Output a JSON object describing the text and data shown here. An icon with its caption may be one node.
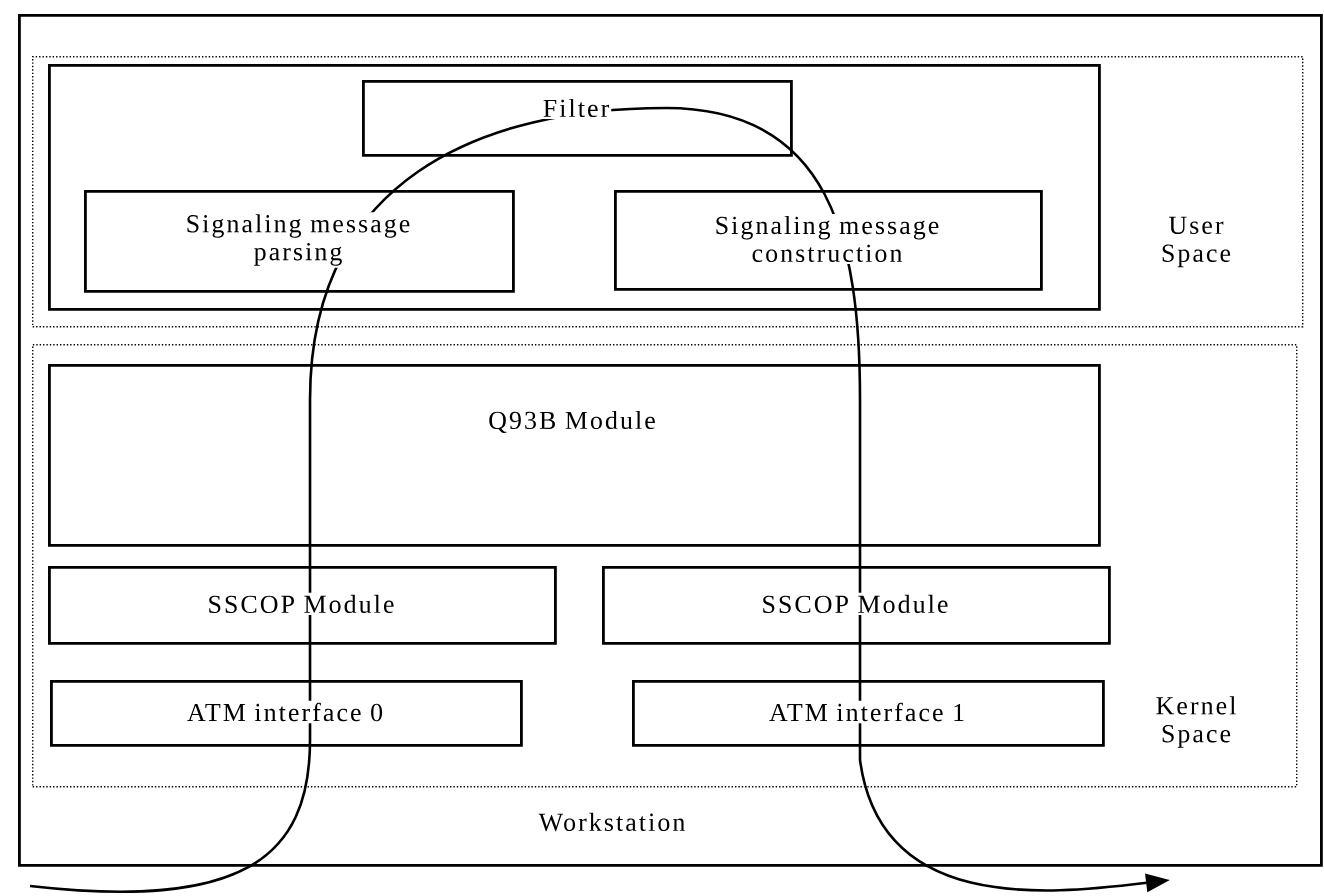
{
  "diagram": {
    "nodes": [
      {
        "text": [
          "Workstation"
        ]
      },
      {
        "text": [
          "User Space"
        ],
        "in": 0
      },
      {
        "text": [],
        "shape": "box",
        "in": 1
      },
      {
        "text": [
          "Filter"
        ],
        "in": 2
      },
      {
        "text": [
          "Signaling message parsing"
        ],
        "in": 2
      },
      {
        "text": [
          "Signaling message construction"
        ],
        "in": 2
      },
      {
        "text": [
          "Kernel Space"
        ],
        "in": 0
      },
      {
        "text": [
          "Q93B Module"
        ],
        "in": 6
      },
      {
        "text": [
          "SSCOP Module"
        ],
        "in": 6
      },
      {
        "text": [
          "SSCOP Module"
        ],
        "in": 6
      },
      {
        "text": [
          "ATM interface 0"
        ],
        "in": 6
      },
      {
        "text": [
          "ATM interface 1"
        ],
        "in": 6
      }
    ]
  }
}
